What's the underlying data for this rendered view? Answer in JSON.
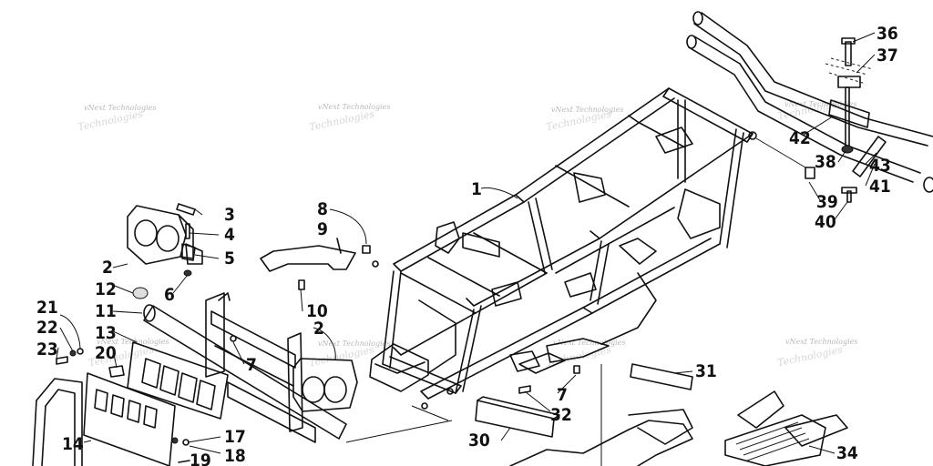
{
  "watermark": {
    "line1": "vNext Technologies",
    "line2": "Technologies"
  },
  "callouts": [
    {
      "id": "1",
      "text": "1"
    },
    {
      "id": "2a",
      "text": "2"
    },
    {
      "id": "2b",
      "text": "2"
    },
    {
      "id": "3",
      "text": "3"
    },
    {
      "id": "4",
      "text": "4"
    },
    {
      "id": "5",
      "text": "5"
    },
    {
      "id": "6",
      "text": "6"
    },
    {
      "id": "7a",
      "text": "7"
    },
    {
      "id": "7b",
      "text": "7"
    },
    {
      "id": "8",
      "text": "8"
    },
    {
      "id": "9",
      "text": "9"
    },
    {
      "id": "10",
      "text": "10"
    },
    {
      "id": "11",
      "text": "11"
    },
    {
      "id": "12",
      "text": "12"
    },
    {
      "id": "13",
      "text": "13"
    },
    {
      "id": "14",
      "text": "14"
    },
    {
      "id": "17",
      "text": "17"
    },
    {
      "id": "18",
      "text": "18"
    },
    {
      "id": "19",
      "text": "19"
    },
    {
      "id": "20",
      "text": "20"
    },
    {
      "id": "21",
      "text": "21"
    },
    {
      "id": "22",
      "text": "22"
    },
    {
      "id": "23",
      "text": "23"
    },
    {
      "id": "30",
      "text": "30"
    },
    {
      "id": "31",
      "text": "31"
    },
    {
      "id": "32",
      "text": "32"
    },
    {
      "id": "34",
      "text": "34"
    },
    {
      "id": "36",
      "text": "36"
    },
    {
      "id": "37",
      "text": "37"
    },
    {
      "id": "38",
      "text": "38"
    },
    {
      "id": "39",
      "text": "39"
    },
    {
      "id": "40",
      "text": "40"
    },
    {
      "id": "41",
      "text": "41"
    },
    {
      "id": "42",
      "text": "42"
    },
    {
      "id": "43",
      "text": "43"
    }
  ]
}
